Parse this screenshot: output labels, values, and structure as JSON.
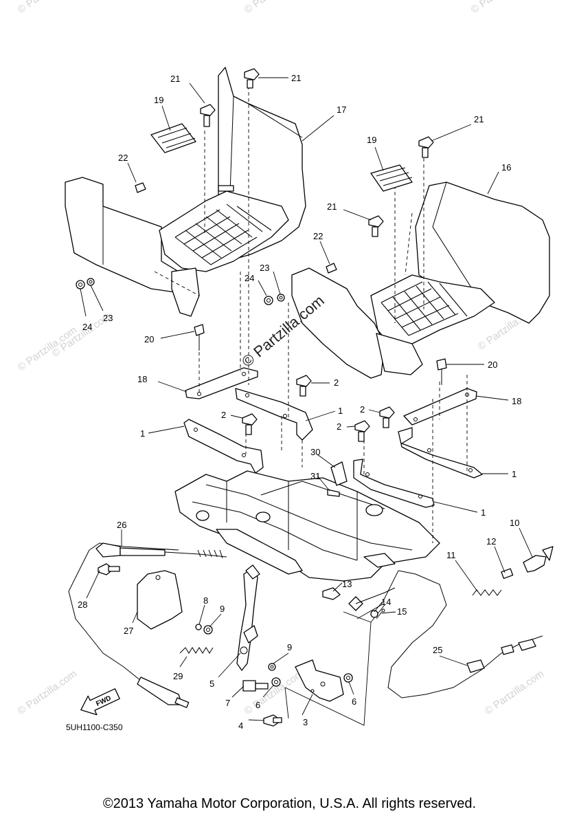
{
  "diagram": {
    "code": "5UH1100-C350",
    "fwd_label": "FWD",
    "center_watermark": "© Partzilla.com",
    "corner_watermark": "© Partzilla.com",
    "callouts": [
      "21",
      "21",
      "19",
      "17",
      "22",
      "21",
      "19",
      "16",
      "21",
      "22",
      "23",
      "24",
      "24",
      "23",
      "20",
      "20",
      "18",
      "18",
      "2",
      "1",
      "2",
      "1",
      "2",
      "2",
      "1",
      "1",
      "30",
      "31",
      "26",
      "12",
      "10",
      "11",
      "13",
      "28",
      "8",
      "9",
      "14",
      "15",
      "27",
      "9",
      "29",
      "25",
      "5",
      "7",
      "6",
      "6",
      "4",
      "3"
    ]
  },
  "footer": {
    "copyright": "©2013 Yamaha Motor Corporation, U.S.A. All rights reserved."
  }
}
